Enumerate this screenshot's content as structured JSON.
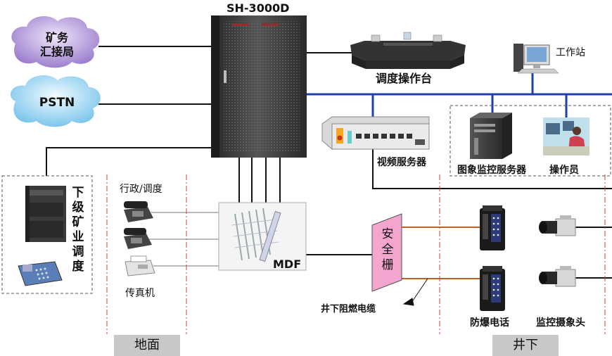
{
  "system_title": "SH-3000D",
  "clouds": {
    "mine_bureau": [
      "矿务",
      "汇接局"
    ],
    "pstn": "PSTN"
  },
  "labels": {
    "dispatch_console": "调度操作台",
    "workstation": "工作站",
    "video_server": "视频服务器",
    "image_monitor_server": "图象监控服务器",
    "operator": "操作员",
    "admin_dispatch": "行政/调度",
    "fax": "传真机",
    "mdf": "MDF",
    "safety_barrier": [
      "安",
      "全",
      "栅"
    ],
    "underground_cable": "井下阻燃电缆",
    "explosion_proof_phone": "防爆电话",
    "monitor_camera": "监控摄象头",
    "lower_mine_dispatch": [
      "下",
      "级",
      "矿",
      "业",
      "调",
      "度"
    ]
  },
  "zones": {
    "surface": "地面",
    "underground": "井下"
  },
  "colors": {
    "network_line": "#1f3fa8",
    "cable_line": "#c06020",
    "barrier_fill": "#f4a6d0",
    "cloud_purple": "#b9a0d8",
    "cloud_blue": "#a8d8f0",
    "cabinet": "#3a3a3a",
    "zone_label_bg": "#c8c8c8",
    "divider_red": "#d04040"
  }
}
